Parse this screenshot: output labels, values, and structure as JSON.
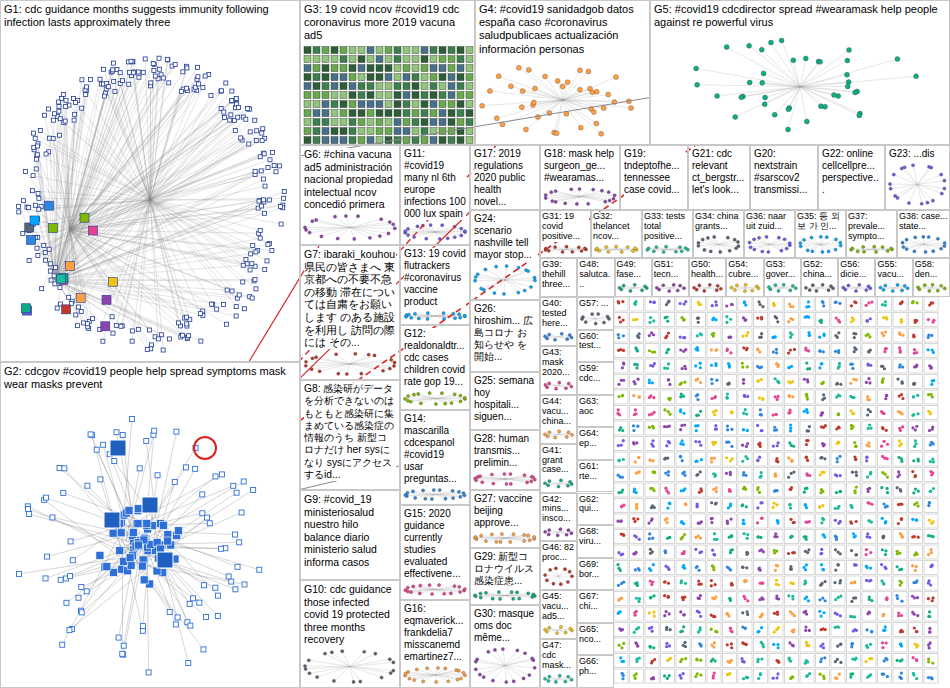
{
  "diagram": {
    "nodes": [
      {
        "text": [
          "G1: cdc guidance months suggests immunity following infection lasts approximately three"
        ]
      },
      {
        "text": [
          "G2: cdcgov #covid19 people help spread symptoms mask wear masks prevent"
        ]
      },
      {
        "text": [
          "G3: 19 covid ncov #covid19 cdc coronavirus more 2019 vacuna ad5"
        ]
      },
      {
        "text": [
          "G4: #covid19 sanidadgob datos españa caso #coronavirus saludpublicaes actualización información personas"
        ]
      },
      {
        "text": [
          "G5: #covid19 cdcdirector spread #wearamask help people against re powerful virus"
        ]
      },
      {
        "text": [
          "G6: #china vacuna ad5 administración nacional propiedad intelectual ncov concedió primera"
        ]
      },
      {
        "text": [
          "G7: ibaraki_kouhou 県民の皆さまへ 東京都への不要不急の移動 滞在については自粛をお願いします のある施設を利用し 訪問の際には その..."
        ]
      },
      {
        "text": [
          "G8: 感染研がデータを分析できないのは もともと感染研に集まめている感染症の情報のうち 新型コロナだけ her sysになり sysにアクセスするid..."
        ]
      },
      {
        "text": [
          "G9: #covid_19 ministeriosalud nuestro hilo balance diario ministerio salud informa casos"
        ]
      },
      {
        "text": [
          "G10: cdc guidance those infected covid 19 protected three months recovery"
        ]
      },
      {
        "text": [
          "G11: #covid19 many nl 6th europe infections 100 000 lux spain"
        ]
      },
      {
        "text": [
          "G13: 19 covid flutrackers #coronavirus vaccine product"
        ]
      },
      {
        "text": [
          "G12: realdonaldtr... cdc cases children covid rate gop 19..."
        ]
      },
      {
        "text": [
          "G14: mascarilla cdcespanol #covid19 usar preguntas..."
        ]
      },
      {
        "text": [
          "G15: 2020 guidance currently studies evaluated effectivene..."
        ]
      },
      {
        "text": [
          "G16: eqmaverick... frankdelia7 misscanemd emartinez7..."
        ]
      },
      {
        "text": [
          "G17: 2019 regulations 2020 public health novel..."
        ]
      },
      {
        "text": [
          "G18: mask help surgeon_ge... #wearamas..."
        ]
      },
      {
        "text": [
          "G19: tndeptofhe... tennessee case covid..."
        ]
      },
      {
        "text": [
          "G21: cdc relevant ct_bergstr... let's look..."
        ]
      },
      {
        "text": [
          "G20: nextstrain #sarscov2 transmissi..."
        ]
      },
      {
        "text": [
          "G22: online cellcellpre... perspective..."
        ]
      },
      {
        "text": [
          "G23: ...dis"
        ]
      },
      {
        "text": [
          "G24: scenario nashville tell mayor stop..."
        ]
      },
      {
        "text": [
          "G26: hiroshim... 広島コロナ お知らせや を開始..."
        ]
      },
      {
        "text": [
          "G25: semana hoy hospitali... siguen..."
        ]
      },
      {
        "text": [
          "G28: human transmis... prelimin..."
        ]
      },
      {
        "text": [
          "G27: vaccine beijing approve..."
        ]
      },
      {
        "text": [
          "G29: 新型コロナウイルス感染症患..."
        ]
      },
      {
        "text": [
          "G30: masque oms doc même..."
        ]
      },
      {
        "text": [
          "G31: 19 covid positive..."
        ]
      },
      {
        "text": [
          "G32: thelancet ncov..."
        ]
      },
      {
        "text": [
          "G33: tests total positive..."
        ]
      },
      {
        "text": [
          "G34: china grants..."
        ]
      },
      {
        "text": [
          "G36: naar uit zuid..."
        ]
      },
      {
        "text": [
          "G35: 등 외 보 가 인..."
        ]
      },
      {
        "text": [
          "G37: prevale... sympto..."
        ]
      },
      {
        "text": [
          "G38: case... state..."
        ]
      },
      {
        "text": [
          "G39: thehill three..."
        ]
      },
      {
        "text": [
          "G48: salutca..."
        ]
      },
      {
        "text": [
          "G49: fase..."
        ]
      },
      {
        "text": [
          "G51: tecn..."
        ]
      },
      {
        "text": [
          "G50: health..."
        ]
      },
      {
        "text": [
          "G54: cubre..."
        ]
      },
      {
        "text": [
          "G53: gover..."
        ]
      },
      {
        "text": [
          "G52: china..."
        ]
      },
      {
        "text": [
          "G56: dicie..."
        ]
      },
      {
        "text": [
          "G55: vacu..."
        ]
      },
      {
        "text": [
          "G58: den..."
        ]
      },
      {
        "text": [
          "G40: tested here..."
        ]
      },
      {
        "text": [
          "G43: mask 2020..."
        ]
      },
      {
        "text": [
          "G44: vacu... china..."
        ]
      },
      {
        "text": [
          "G41: grant case..."
        ]
      },
      {
        "text": [
          "G42: mins... insco..."
        ]
      },
      {
        "text": [
          "G46: 82 proc..."
        ]
      },
      {
        "text": [
          "G45: vacu... ad5..."
        ]
      },
      {
        "text": [
          "G47: cdc mask..."
        ]
      },
      {
        "text": [
          "G57: ..."
        ]
      },
      {
        "text": [
          "G60: test..."
        ]
      },
      {
        "text": [
          "G59: cdc..."
        ]
      },
      {
        "text": [
          "G63: aoc"
        ]
      },
      {
        "text": [
          "G64: ep..."
        ]
      },
      {
        "text": [
          "G61: rte..."
        ]
      },
      {
        "text": [
          "G62: qui..."
        ]
      },
      {
        "text": [
          "G68: viru..."
        ]
      },
      {
        "text": [
          "G69: bor..."
        ]
      },
      {
        "text": [
          "G67: chi..."
        ]
      },
      {
        "text": [
          "G65: nco..."
        ]
      },
      {
        "text": [
          "G66: ph..."
        ]
      }
    ],
    "edges": [
      {
        "from": 1,
        "to": 4,
        "arrow": "none"
      },
      {
        "from": 1,
        "to": 3,
        "arrow": "none"
      },
      {
        "from": 1,
        "to": 16,
        "arrow": "none"
      },
      {
        "from": 0,
        "to": 2,
        "arrow": "none"
      },
      {
        "from": 0,
        "to": 4,
        "arrow": "none"
      },
      {
        "from": 1,
        "to": 5,
        "arrow": "none"
      },
      {
        "from": 1,
        "to": 13,
        "arrow": "none"
      }
    ]
  }
}
